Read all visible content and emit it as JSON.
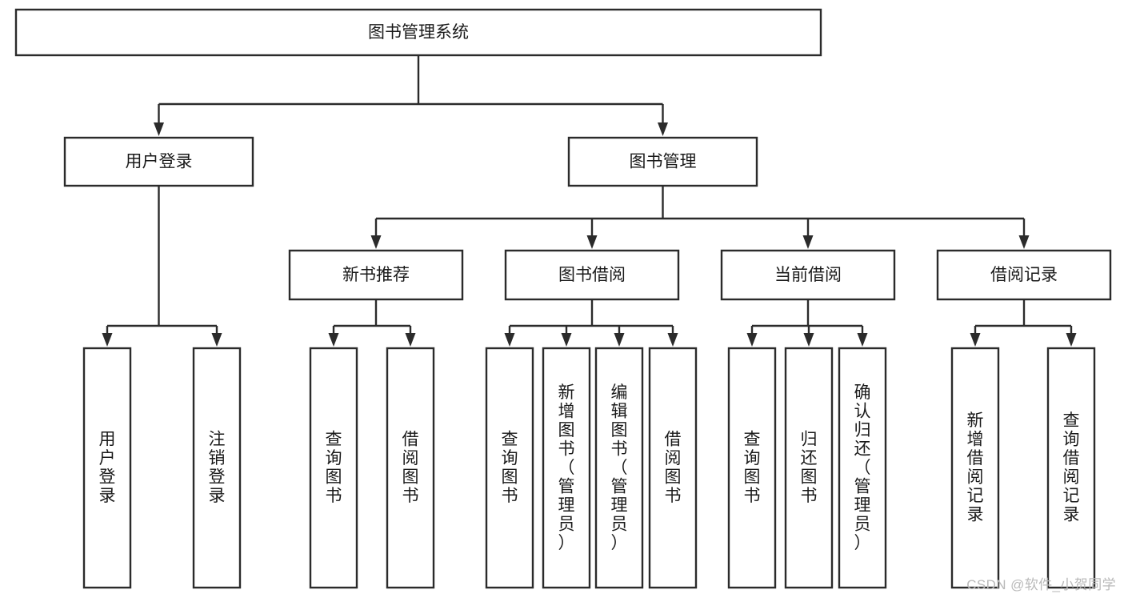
{
  "diagram": {
    "type": "tree",
    "title": "图书管理系统",
    "orientation": "top-down",
    "colors": {
      "box_stroke": "#2b2b2b",
      "box_fill": "#ffffff",
      "connector": "#2b2b2b",
      "text": "#1a1a1a",
      "watermark": "#b9b9b9",
      "background": "#ffffff"
    },
    "root": {
      "label": "图书管理系统"
    },
    "level2": [
      {
        "id": "user-login",
        "label": "用户登录"
      },
      {
        "id": "book-management",
        "label": "图书管理"
      }
    ],
    "level3": [
      {
        "id": "new-book-recommend",
        "label": "新书推荐",
        "parent": "book-management"
      },
      {
        "id": "book-borrow",
        "label": "图书借阅",
        "parent": "book-management"
      },
      {
        "id": "current-borrow",
        "label": "当前借阅",
        "parent": "book-management"
      },
      {
        "id": "borrow-record",
        "label": "借阅记录",
        "parent": "book-management"
      }
    ],
    "leaves": {
      "user-login": [
        {
          "id": "leaf-user-login",
          "label": "用户登录"
        },
        {
          "id": "leaf-user-logout",
          "label": "注销登录"
        }
      ],
      "new-book-recommend": [
        {
          "id": "leaf-query-book-1",
          "label": "查询图书"
        },
        {
          "id": "leaf-borrow-book-1",
          "label": "借阅图书"
        }
      ],
      "book-borrow": [
        {
          "id": "leaf-query-book-2",
          "label": "查询图书"
        },
        {
          "id": "leaf-add-book",
          "label": "新增图书（管理员）"
        },
        {
          "id": "leaf-edit-book",
          "label": "编辑图书（管理员）"
        },
        {
          "id": "leaf-borrow-book-2",
          "label": "借阅图书"
        }
      ],
      "current-borrow": [
        {
          "id": "leaf-query-book-3",
          "label": "查询图书"
        },
        {
          "id": "leaf-return-book",
          "label": "归还图书"
        },
        {
          "id": "leaf-confirm-return",
          "label": "确认归还（管理员）"
        }
      ],
      "borrow-record": [
        {
          "id": "leaf-add-record",
          "label": "新增借阅记录"
        },
        {
          "id": "leaf-query-record",
          "label": "查询借阅记录"
        }
      ]
    }
  },
  "watermark": {
    "text": "CSDN @软件_小贺同学"
  }
}
